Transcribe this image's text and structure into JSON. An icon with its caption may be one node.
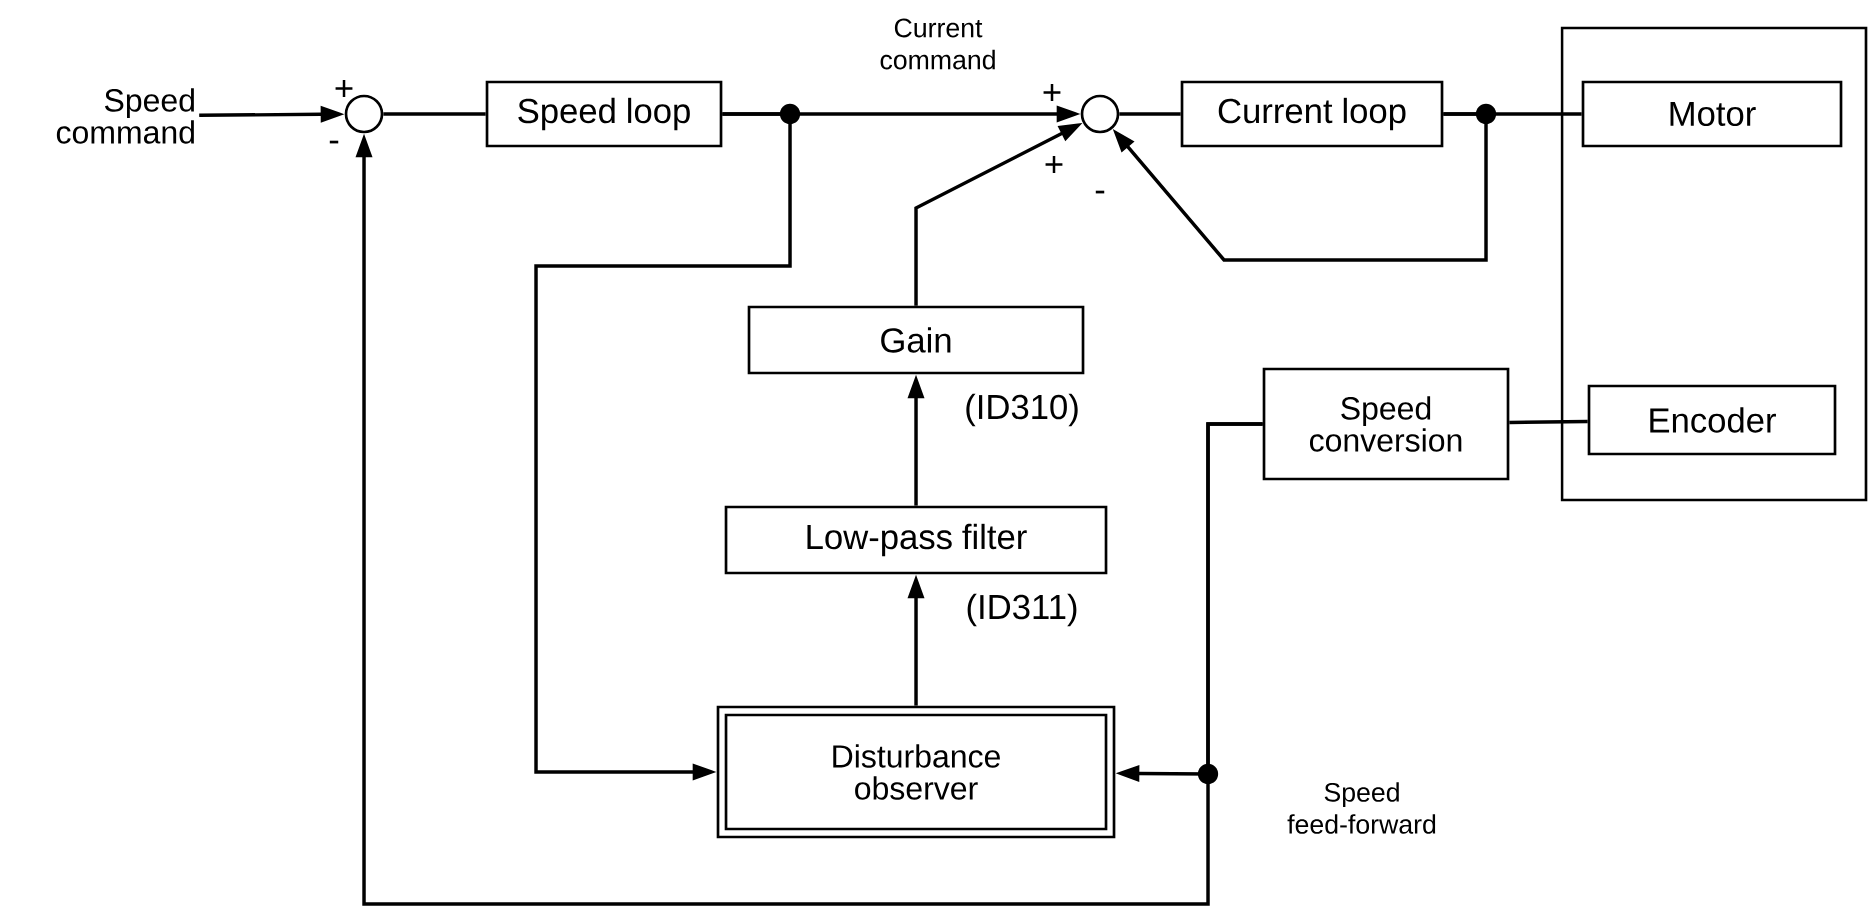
{
  "diagram": {
    "nodes": [
      {
        "text": [
          "Speed command"
        ]
      },
      {
        "text": [],
        "shape": "circle"
      },
      {
        "text": [
          "Speed loop"
        ]
      },
      {
        "text": [],
        "shape": "circle"
      },
      {
        "text": [
          "Current loop"
        ]
      },
      {
        "text": [],
        "shape": "box"
      },
      {
        "text": [
          "Motor"
        ],
        "in": 5
      },
      {
        "text": [
          "Encoder"
        ],
        "in": 5
      },
      {
        "text": [
          "Speed conversion"
        ]
      },
      {
        "text": [
          "Gain"
        ]
      },
      {
        "text": [
          "Low-pass filter"
        ]
      },
      {
        "text": [
          "Disturbance observer"
        ]
      }
    ],
    "edges": [
      {
        "from": 0,
        "to": 1,
        "arrow": "to"
      },
      {
        "from": 1,
        "to": 2,
        "arrow": "none"
      },
      {
        "from": 2,
        "to": 3,
        "arrow": "to",
        "label": "Current command"
      },
      {
        "from": 2,
        "to": 11,
        "arrow": "to"
      },
      {
        "from": 3,
        "to": 4,
        "arrow": "none"
      },
      {
        "from": 4,
        "to": 6,
        "arrow": "none"
      },
      {
        "from": 4,
        "to": 3,
        "arrow": "to"
      },
      {
        "from": 7,
        "to": 8,
        "arrow": "none"
      },
      {
        "from": 8,
        "to": 11,
        "arrow": "to"
      },
      {
        "from": 8,
        "to": 1,
        "arrow": "to"
      },
      {
        "from": 11,
        "to": 10,
        "arrow": "to"
      },
      {
        "from": 10,
        "to": 9,
        "arrow": "to"
      },
      {
        "from": 9,
        "to": 3,
        "arrow": "to"
      }
    ],
    "labels": [
      "+",
      "-",
      "+",
      "+",
      "-",
      "(ID310)",
      "(ID311)",
      "Speed feed-forward"
    ]
  }
}
